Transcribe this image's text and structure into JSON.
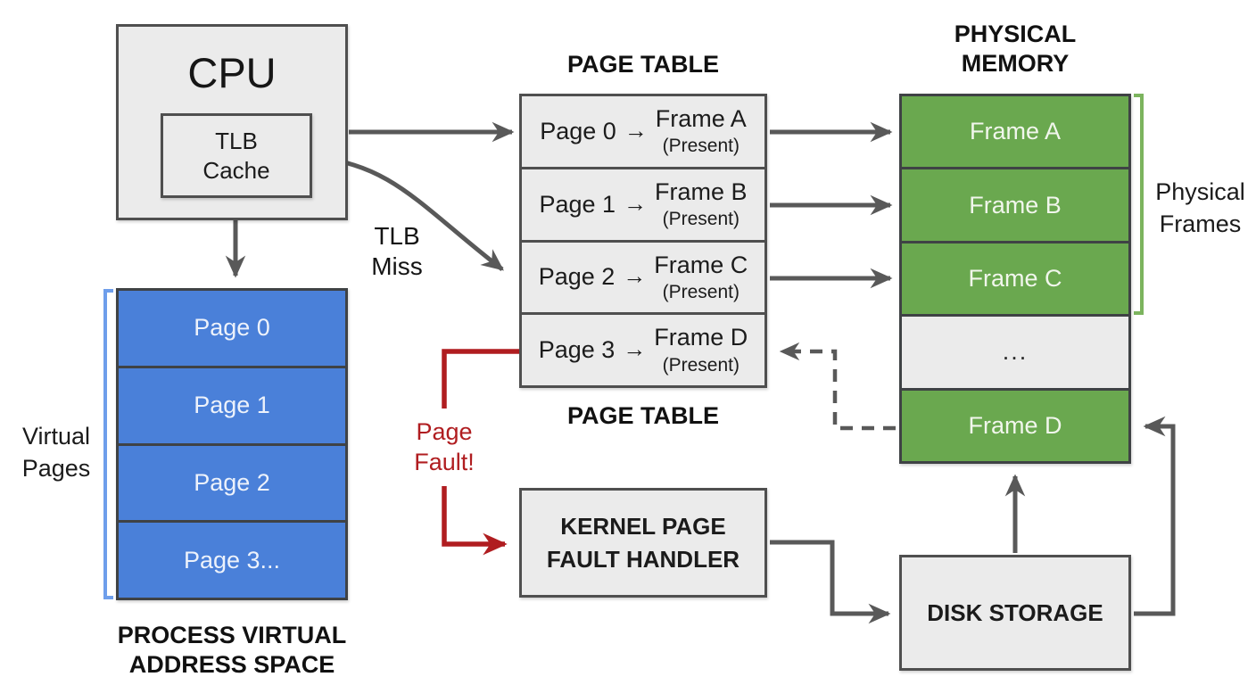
{
  "colors": {
    "box_fill": "#ebebeb",
    "box_border": "#4f4f4f",
    "arrow_gray": "#595959",
    "virtual_page_blue": "#4a80d9",
    "frame_green": "#6aa84f",
    "fault_red": "#b01d20",
    "bracket_blue": "#6e9eeb",
    "bracket_green": "#7cb45e"
  },
  "cpu": {
    "label": "CPU",
    "tlb_label": "TLB Cache"
  },
  "labels": {
    "tlb_miss": "TLB Miss",
    "page_fault": "Page Fault!"
  },
  "virtual_address_space": {
    "title": "PROCESS VIRTUAL ADDRESS SPACE",
    "bracket_label": "Virtual Pages",
    "pages": [
      "Page 0",
      "Page 1",
      "Page 2",
      "Page 3..."
    ]
  },
  "page_table": {
    "title_top": "PAGE TABLE",
    "title_bottom": "PAGE TABLE",
    "arrow_glyph": "→",
    "rows": [
      {
        "page": "Page 0",
        "frame": "Frame A",
        "status": "(Present)"
      },
      {
        "page": "Page 1",
        "frame": "Frame B",
        "status": "(Present)"
      },
      {
        "page": "Page 2",
        "frame": "Frame C",
        "status": "(Present)"
      },
      {
        "page": "Page 3",
        "frame": "Frame D",
        "status": "(Present)"
      }
    ]
  },
  "physical_memory": {
    "title": "PHYSICAL MEMORY",
    "bracket_label": "Physical Frames",
    "frames": [
      "Frame A",
      "Frame B",
      "Frame C",
      "...",
      "Frame D"
    ]
  },
  "kernel_handler": {
    "label": "KERNEL PAGE FAULT HANDLER"
  },
  "disk": {
    "label": "DISK STORAGE"
  }
}
